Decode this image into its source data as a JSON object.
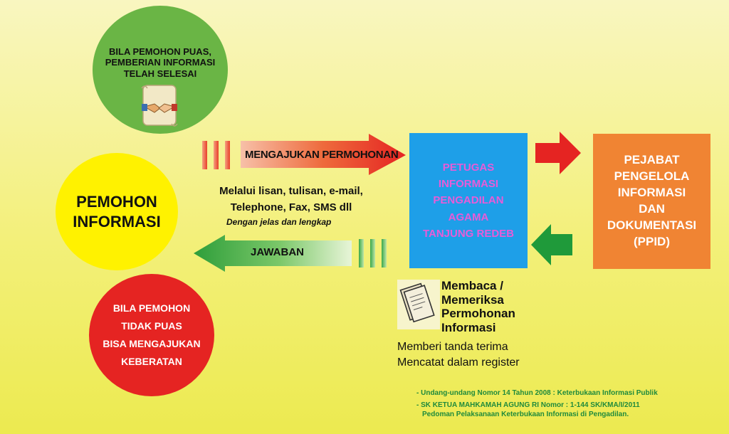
{
  "circles": {
    "satisfied": {
      "lines": [
        "BILA PEMOHON PUAS,",
        "PEMBERIAN INFORMASI",
        "TELAH SELESAI"
      ],
      "icon": "handshake-icon",
      "color": "#6ab545"
    },
    "applicant": {
      "lines": [
        "PEMOHON",
        "INFORMASI"
      ],
      "color": "#fff200"
    },
    "unsatisfied": {
      "lines": [
        "BILA PEMOHON",
        "TIDAK PUAS",
        "BISA MENGAJUKAN",
        "KEBERATAN"
      ],
      "color": "#e52422"
    }
  },
  "arrows": {
    "request_label": "MENGAJUKAN PERMOHONAN",
    "answer_label": "JAWABAN"
  },
  "channels": {
    "line1": "Melalui lisan, tulisan, e-mail,",
    "line2": "Telephone, Fax, SMS dll",
    "note": "Dengan jelas dan lengkap"
  },
  "officer_box": {
    "lines": [
      "PETUGAS",
      "INFORMASI",
      "PENGADILAN",
      "AGAMA",
      "TANJUNG REDEB"
    ],
    "color": "#1e9fe8",
    "text_color": "#e85cd8"
  },
  "ppid_box": {
    "lines": [
      "PEJABAT",
      "PENGELOLA",
      "INFORMASI",
      "DAN",
      "DOKUMENTASI",
      "(PPID)"
    ],
    "color": "#f08433"
  },
  "review": {
    "lines": [
      "Membaca /",
      "Memeriksa",
      "Permohonan",
      "Informasi"
    ],
    "icon": "document-icon",
    "step1": "Memberi tanda terima",
    "step2": "Mencatat dalam register"
  },
  "references": {
    "ref1": "- Undang-undang Nomor 14 Tahun 2008 : Keterbukaan Informasi Publik",
    "ref2": "- SK KETUA MAHKAMAH AGUNG RI Nomor :  1-144 SK/KMA/I/2011",
    "ref3": "Pedoman Pelaksanaan Keterbukaan Informasi di Pengadilan."
  }
}
